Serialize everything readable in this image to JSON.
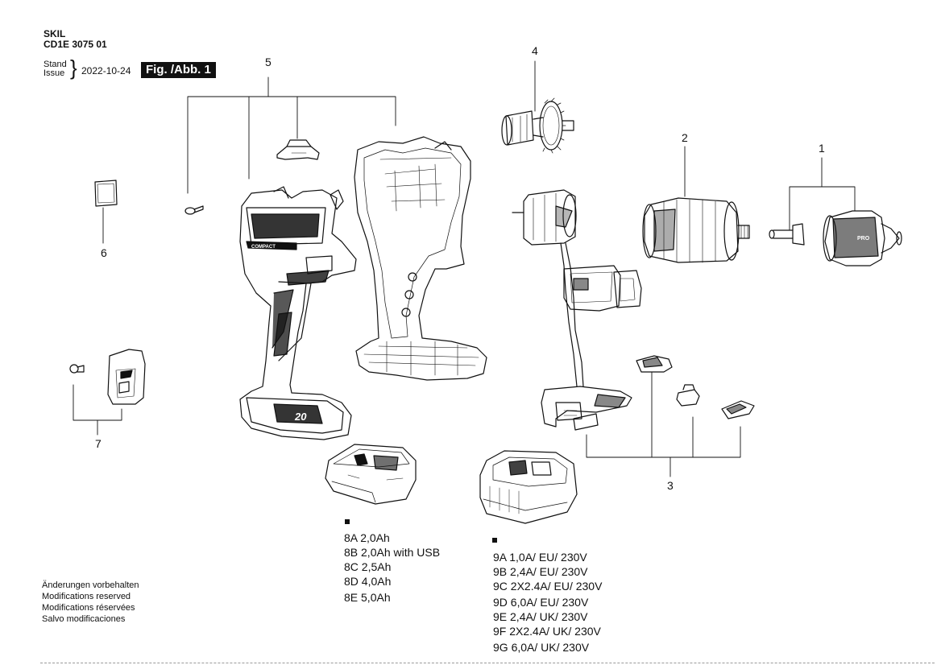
{
  "header": {
    "brand": "SKIL",
    "doc_number": "CD1E 3075 01",
    "stand_label": "Stand",
    "issue_label": "Issue",
    "date": "2022-10-24",
    "figure_label": "Fig. /Abb. 1"
  },
  "callouts": {
    "c1": "1",
    "c2": "2",
    "c3": "3",
    "c4": "4",
    "c5": "5",
    "c6": "6",
    "c7": "7"
  },
  "battery_variants": [
    "8A  2,0Ah",
    "8B  2,0Ah with USB",
    "8C  2,5Ah",
    "8D  4,0Ah",
    "8E  5,0Ah"
  ],
  "charger_variants": [
    "9A  1,0A/ EU/ 230V",
    "9B  2,4A/ EU/ 230V",
    "9C  2X2.4A/ EU/ 230V",
    "9D  6,0A/ EU/ 230V",
    "9E  2,4A/ UK/ 230V",
    "9F  2X2.4A/ UK/ 230V",
    "9G  6,0A/ UK/ 230V"
  ],
  "notices": [
    "Änderungen vorbehalten",
    "Modifications reserved",
    "Modifications réservées",
    "Salvo modificaciones"
  ],
  "part_labels": {
    "housing_badge": "COMPACT",
    "battery_badge": "20",
    "chuck_badge": "PRO"
  }
}
